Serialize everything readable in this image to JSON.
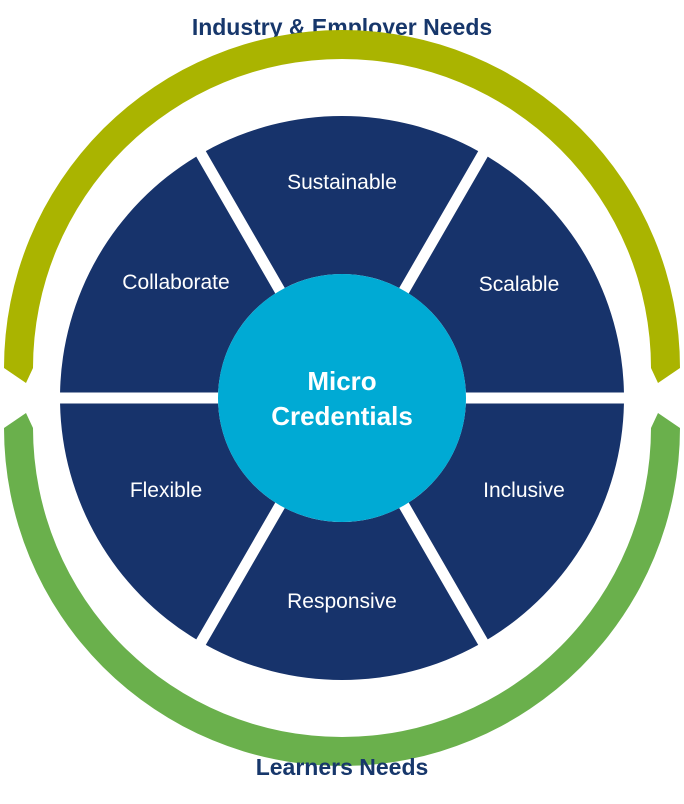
{
  "header": {
    "title": "Industry & Employer Needs"
  },
  "footer": {
    "title": "Learners Needs"
  },
  "center": {
    "line1": "Micro",
    "line2": "Credentials"
  },
  "segments": [
    {
      "label": "Sustainable"
    },
    {
      "label": "Scalable"
    },
    {
      "label": "Inclusive"
    },
    {
      "label": "Responsive"
    },
    {
      "label": "Flexible"
    },
    {
      "label": "Collaborate"
    }
  ],
  "colors": {
    "segment_fill": "#17336b",
    "center_fill": "#00aad4",
    "top_arc": "#aab400",
    "bottom_arc": "#6ab04c",
    "title_text": "#17376b"
  }
}
